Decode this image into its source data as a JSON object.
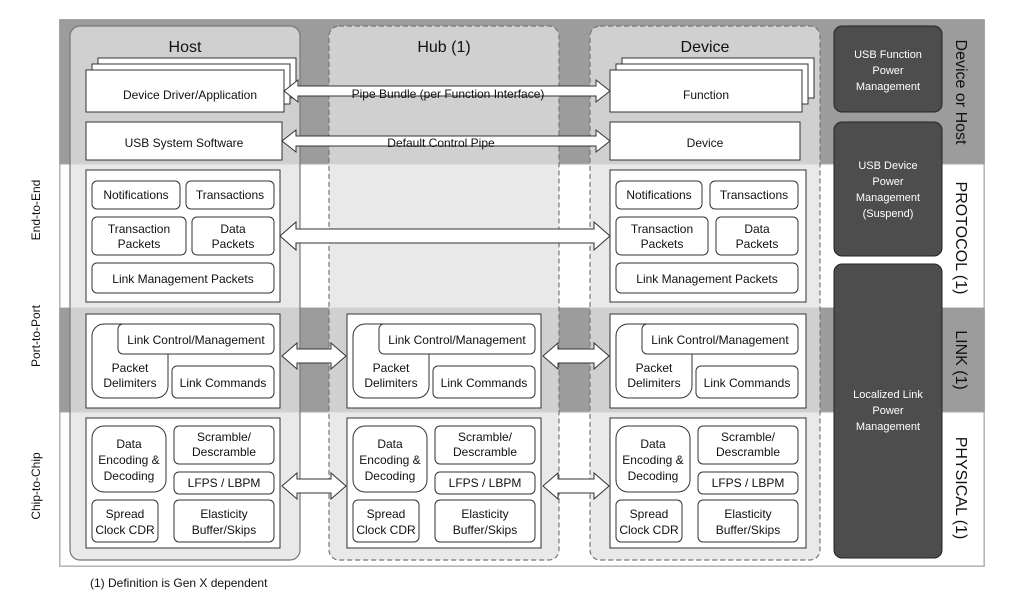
{
  "columns": {
    "host": "Host",
    "hub": "Hub (1)",
    "device": "Device"
  },
  "pipes": {
    "pipe_bundle": "Pipe Bundle (per Function Interface)",
    "default_control": "Default Control Pipe"
  },
  "host": {
    "driver": "Device Driver/Application",
    "usb_sw": "USB System Software"
  },
  "device": {
    "function": "Function",
    "device": "Device"
  },
  "protocol_boxes": {
    "notifications": "Notifications",
    "transactions": "Transactions",
    "transaction_packets": [
      "Transaction",
      "Packets"
    ],
    "data_packets": [
      "Data",
      "Packets"
    ],
    "link_mgmt_packets": "Link Management Packets"
  },
  "link_boxes": {
    "link_control": "Link Control/Management",
    "packet_delimiters": [
      "Packet",
      "Delimiters"
    ],
    "link_commands": "Link  Commands"
  },
  "phys_boxes": {
    "data_encoding": [
      "Data",
      "Encoding &",
      "Decoding"
    ],
    "scramble": [
      "Scramble/",
      "Descramble"
    ],
    "lfps": "LFPS / LBPM",
    "spread_clock": [
      "Spread",
      "Clock CDR"
    ],
    "elasticity": [
      "Elasticity",
      "Buffer/Skips"
    ]
  },
  "power": {
    "function_pm": [
      "USB Function",
      "Power",
      "Management"
    ],
    "device_pm": [
      "USB Device",
      "Power",
      "Management",
      "(Suspend)"
    ],
    "link_pm": [
      "Localized Link",
      "Power",
      "Management"
    ]
  },
  "layers": {
    "device_or_host": "Device or Host",
    "protocol": "PROTOCOL (1)",
    "link": "LINK (1)",
    "physical": "PHYSICAL (1)"
  },
  "row_labels": {
    "end_to_end": "End-to-End",
    "port_to_port": "Port-to-Port",
    "chip_to_chip": "Chip-to-Chip"
  },
  "footnote": "(1) Definition is Gen X dependent",
  "colors": {
    "band": "#9c9c9c",
    "dark_box": "#4d4d4d",
    "column": "#d6d6d6"
  }
}
